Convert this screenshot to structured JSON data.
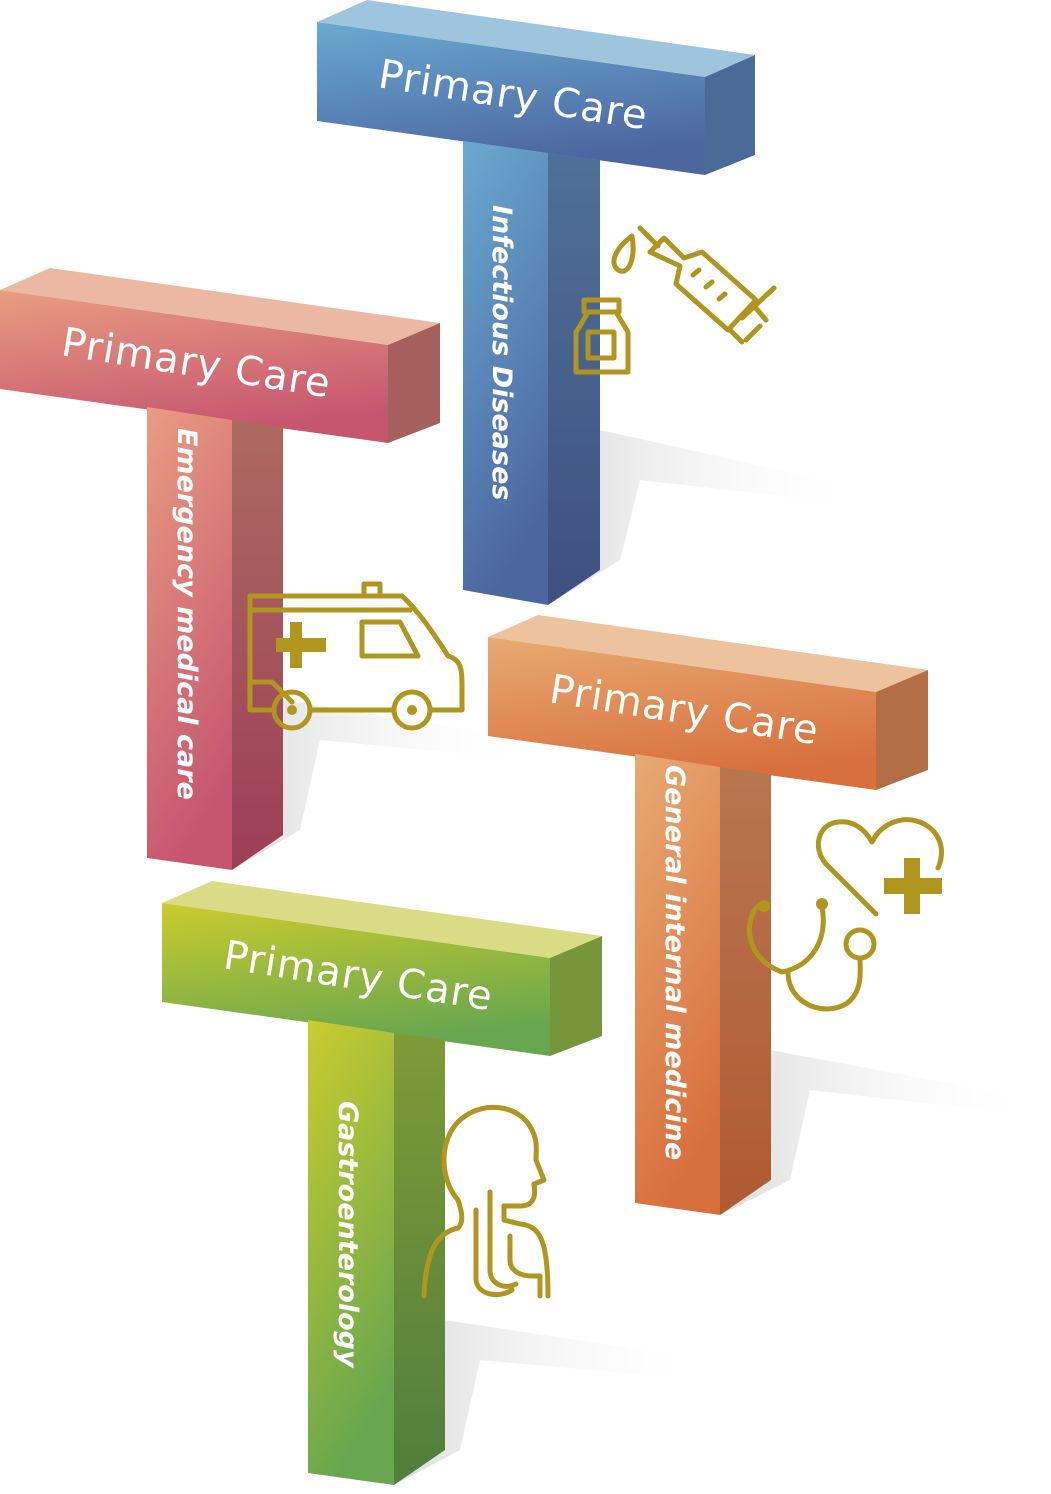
{
  "pillars": [
    {
      "title": "Primary Care",
      "label": "Infectious Diseases",
      "icon": "syringe-vial-icon",
      "colors": {
        "top": "#9fc4dd",
        "front_a": "#6aaad0",
        "front_b": "#4c66a0",
        "side": "#4a6b95"
      }
    },
    {
      "title": "Primary Care",
      "label": "Emergency medical care",
      "icon": "ambulance-icon",
      "colors": {
        "top": "#ebb9a3",
        "front_a": "#e99d82",
        "front_b": "#c65670",
        "side": "#a5605e"
      }
    },
    {
      "title": "Primary Care",
      "label": "General internal medicine",
      "icon": "stethoscope-heart-icon",
      "colors": {
        "top": "#ecc39d",
        "front_a": "#e8aa72",
        "front_b": "#d8703e",
        "side": "#b46e45"
      }
    },
    {
      "title": "Primary Care",
      "label": "Gastroenterology",
      "icon": "head-digestive-tract-icon",
      "colors": {
        "top": "#d9dc84",
        "front_a": "#cacc2e",
        "front_b": "#68a64f",
        "side": "#77953a"
      }
    }
  ],
  "icon_color": "#b0961e"
}
